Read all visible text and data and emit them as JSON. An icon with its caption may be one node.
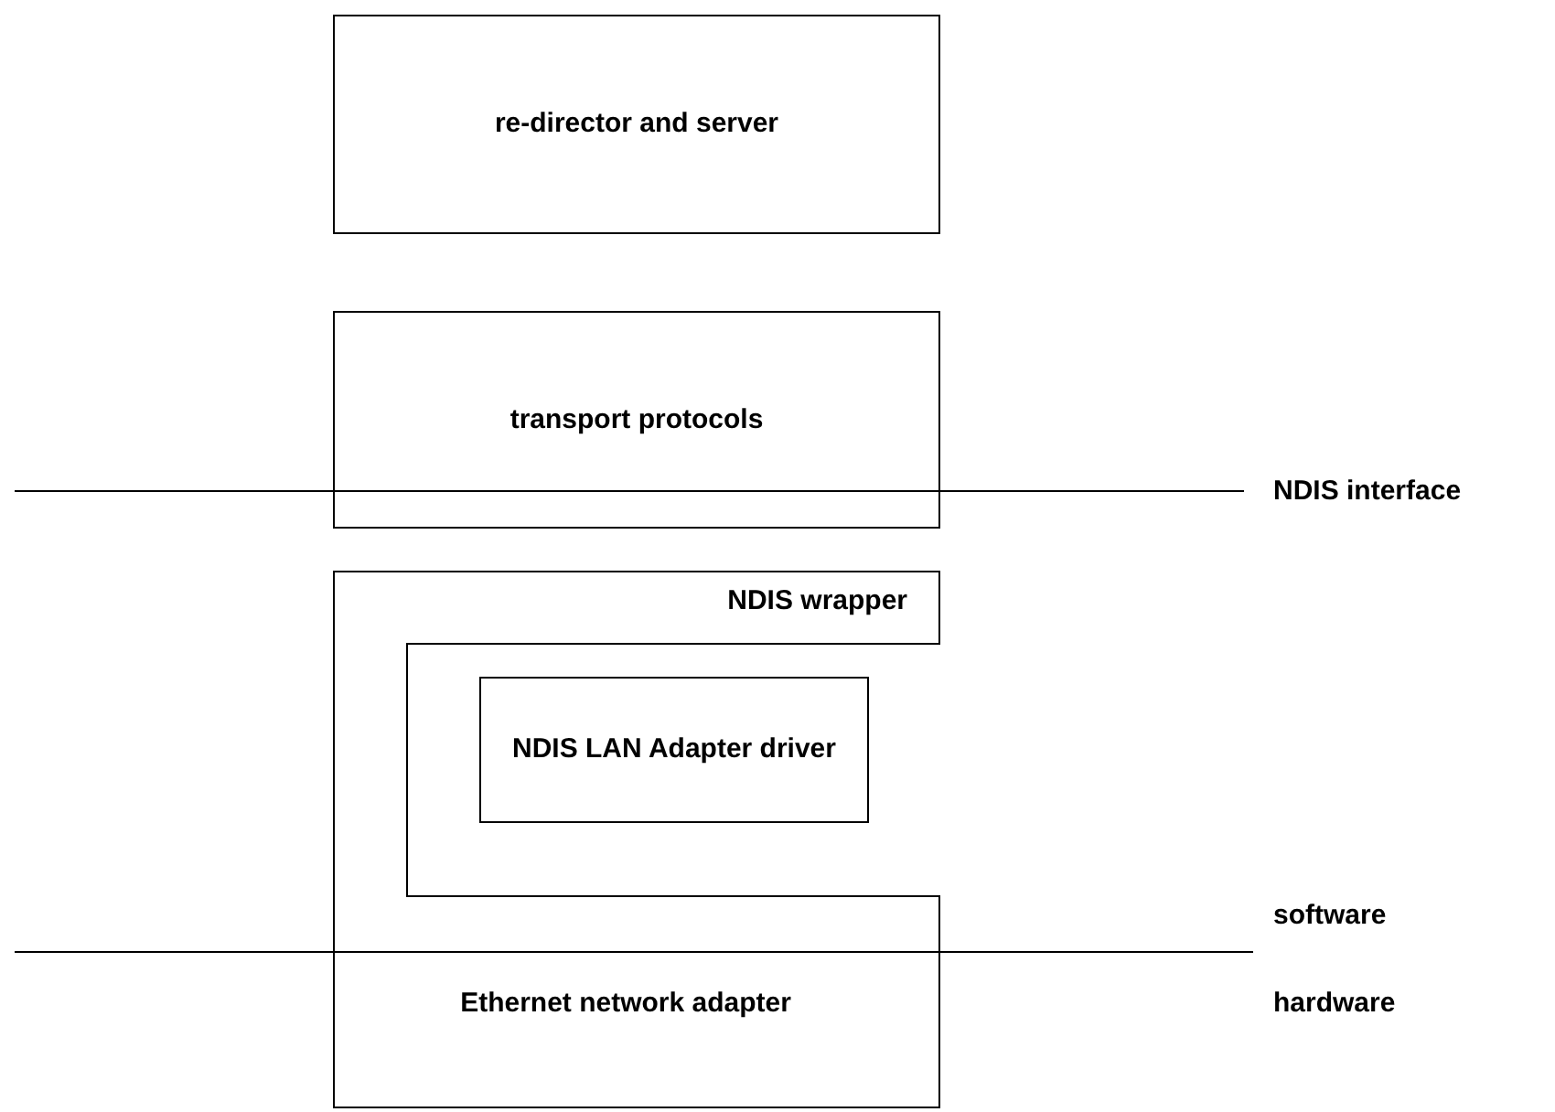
{
  "diagram": {
    "nodes": [
      {
        "text": [
          "re-director and server"
        ]
      },
      {
        "text": [
          "transport protocols"
        ]
      },
      {
        "text": [
          "NDIS wrapper",
          "Ethernet network adapter"
        ]
      },
      {
        "text": [
          "NDIS LAN Adapter driver"
        ],
        "in": 2
      }
    ],
    "edges": [],
    "labels": [
      "NDIS interface",
      "software",
      "hardware"
    ]
  }
}
